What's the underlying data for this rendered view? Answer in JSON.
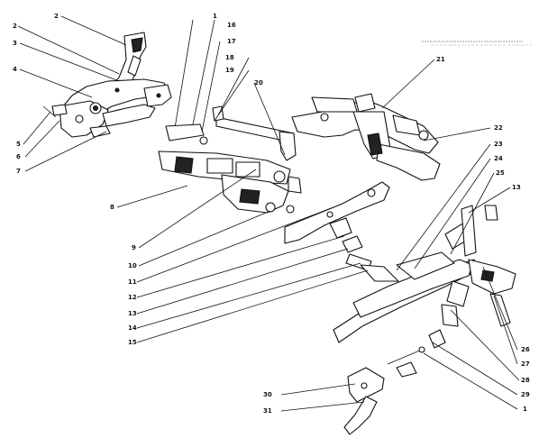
{
  "diagram": {
    "callouts": [
      "1",
      "2",
      "3",
      "4",
      "5",
      "6",
      "7",
      "8",
      "9",
      "10",
      "11",
      "12",
      "13",
      "14",
      "15",
      "16",
      "17",
      "18",
      "19",
      "20",
      "21",
      "22",
      "23",
      "24",
      "25",
      "13",
      "26",
      "27",
      "28",
      "29",
      "1",
      "30",
      "31"
    ],
    "header_text": "",
    "colors": {
      "ink": "#111111",
      "paper": "#ffffff"
    }
  }
}
